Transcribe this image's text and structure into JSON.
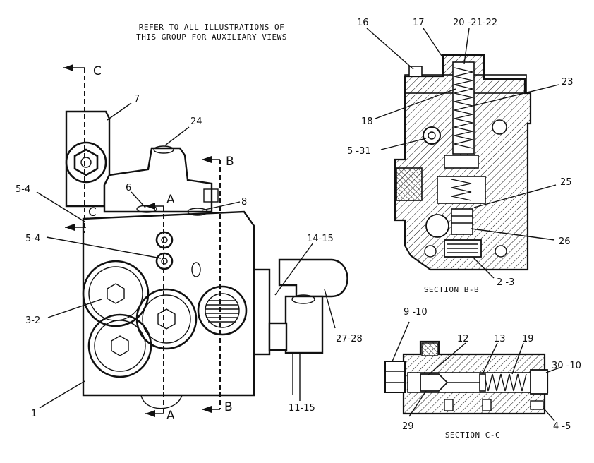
{
  "header": {
    "line1": "REFER TO ALL ILLUSTRATIONS OF",
    "line2": "THIS GROUP FOR AUXILIARY VIEWS"
  },
  "section_markers": {
    "c_top": "C",
    "c_mid": "C",
    "b_top": "B",
    "b_bottom": "B",
    "a_top": "A",
    "a_bottom": "A"
  },
  "main_view_callouts": {
    "c7": "7",
    "c24": "24",
    "c5_4a": "5-4",
    "c6": "6",
    "c8": "8",
    "c5_4b": "5-4",
    "c14_15": "14-15",
    "c3_2": "3-2",
    "c27_28": "27-28",
    "c1": "1",
    "c11_15": "11-15"
  },
  "section_bb": {
    "title": "SECTION B-B",
    "callouts": {
      "c16": "16",
      "c17": "17",
      "c20_21_22": "20 -21-22",
      "c23": "23",
      "c18": "18",
      "c5_31": "5 -31",
      "c25": "25",
      "c26": "26",
      "c2_3": "2 -3"
    }
  },
  "section_cc": {
    "title": "SECTION C-C",
    "callouts": {
      "c9_10": "9 -10",
      "c12": "12",
      "c13": "13",
      "c19": "19",
      "c30_10": "30 -10",
      "c29": "29",
      "c4_5": "4 -5"
    }
  }
}
